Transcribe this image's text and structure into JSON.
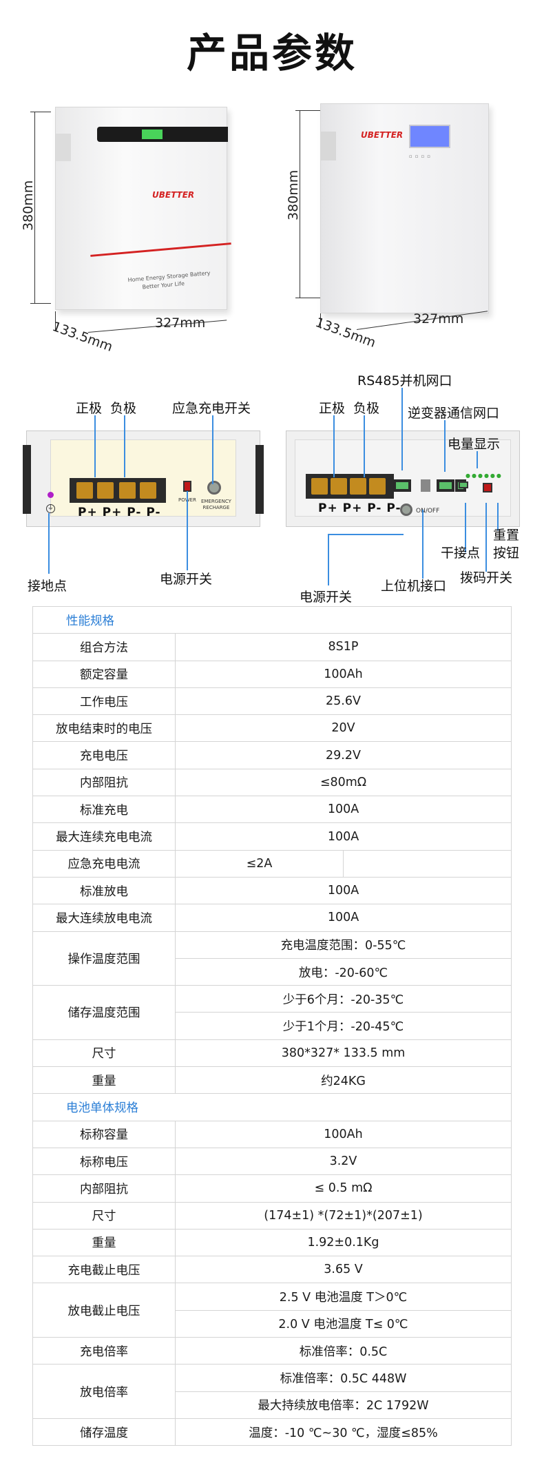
{
  "title": "产品参数",
  "dimensions": {
    "height": "380mm",
    "width": "327mm",
    "depth": "133.5mm"
  },
  "product_front": {
    "brand": "UBETTER",
    "tagline_1": "Home Energy Storage Battery",
    "tagline_2": "Better Your Life"
  },
  "left_panel": {
    "terminal_text": "P+ P+ P- P-",
    "power_text": "POWER",
    "emergency_text_1": "EMERGENCY",
    "emergency_text_2": "RECHARGE",
    "labels": {
      "positive": "正极",
      "negative": "负极",
      "emergency_switch": "应急充电开关",
      "ground": "接地点",
      "power_switch": "电源开关"
    }
  },
  "right_panel": {
    "terminal_text": "P+ P+ P- P-",
    "onoff_text": "ON/OFF",
    "labels": {
      "positive": "正极",
      "negative": "负极",
      "rs485": "RS485并机网口",
      "inverter_comm": "逆变器通信网口",
      "soc_display": "电量显示",
      "dry_contact": "干接点",
      "reset_1": "重置",
      "reset_2": "按钮",
      "dip_switch": "拨码开关",
      "power_switch": "电源开关",
      "host_port": "上位机接口"
    }
  },
  "table": {
    "section_performance": "性能规格",
    "rows_a": [
      {
        "name": "组合方法",
        "value": "8S1P"
      },
      {
        "name": "额定容量",
        "value": "100Ah"
      },
      {
        "name": "工作电压",
        "value": "25.6V"
      },
      {
        "name": "放电结束时的电压",
        "value": "20V"
      },
      {
        "name": "充电电压",
        "value": "29.2V"
      },
      {
        "name": "内部阻抗",
        "value": "≤80mΩ"
      },
      {
        "name": "标准充电",
        "value": "100A"
      },
      {
        "name": "最大连续充电电流",
        "value": "100A"
      }
    ],
    "emergency_row": {
      "name": "应急充电电流",
      "value": "≤2A"
    },
    "rows_b": [
      {
        "name": "标准放电",
        "value": "100A"
      },
      {
        "name": "最大连续放电电流",
        "value": "100A"
      }
    ],
    "operating_temp": {
      "name": "操作温度范围",
      "v1": "充电温度范围：0-55℃",
      "v2": "放电：-20-60℃"
    },
    "storage_temp": {
      "name": "储存温度范围",
      "v1": "少于6个月：-20-35℃",
      "v2": "少于1个月：-20-45℃"
    },
    "rows_c": [
      {
        "name": "尺寸",
        "value": "380*327* 133.5 mm"
      },
      {
        "name": "重量",
        "value": "约24KG"
      }
    ],
    "section_cell": "电池单体规格",
    "rows_d": [
      {
        "name": "标称容量",
        "value": "100Ah"
      },
      {
        "name": "标称电压",
        "value": "3.2V"
      },
      {
        "name": "内部阻抗",
        "value": "≤ 0.5 mΩ"
      },
      {
        "name": "尺寸",
        "value": "(174±1) *(72±1)*(207±1)"
      },
      {
        "name": "重量",
        "value": "1.92±0.1Kg"
      },
      {
        "name": "充电截止电压",
        "value": "3.65 V"
      }
    ],
    "discharge_cutoff": {
      "name": "放电截止电压",
      "v1": "2.5 V     电池温度 T＞0℃",
      "v2": "2.0 V     电池温度 T≤ 0℃"
    },
    "charge_rate": {
      "name": "充电倍率",
      "value": "标准倍率：0.5C"
    },
    "discharge_rate": {
      "name": "放电倍率",
      "v1": "标准倍率：0.5C   448W",
      "v2": "最大持续放电倍率：2C  1792W"
    },
    "storage_temp_cell": {
      "name": "储存温度",
      "value": "温度：-10 ℃~30 ℃，湿度≤85%"
    }
  },
  "colors": {
    "accent": "#2c7fd6",
    "callout": "#3a8de0",
    "brand_red": "#d42222"
  }
}
